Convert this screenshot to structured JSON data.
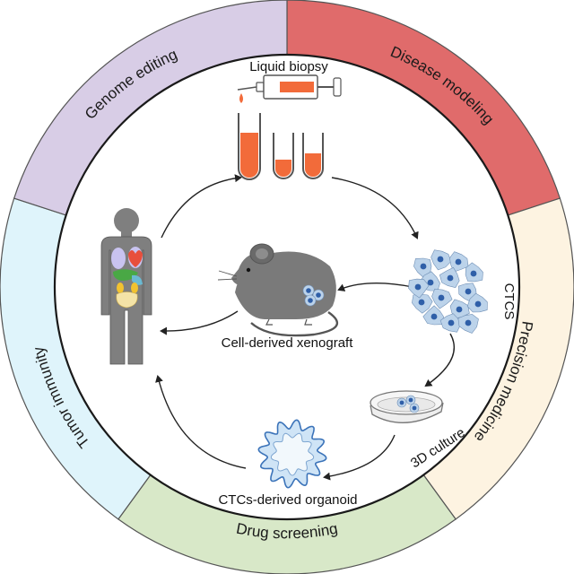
{
  "ring": {
    "segments": [
      {
        "label": "Disease modeling",
        "color": "#e06b6b"
      },
      {
        "label": "Precision medicine",
        "color": "#fdf3e1"
      },
      {
        "label": "Drug screening",
        "color": "#d8e8c8"
      },
      {
        "label": "Tumor immunity",
        "color": "#dff4fb"
      },
      {
        "label": "Genome editing",
        "color": "#d8cde6"
      }
    ]
  },
  "center": {
    "liquid_biopsy": "Liquid biopsy",
    "ctcs": "CTCS",
    "culture": "3D culture",
    "organoid": "CTCs-derived organoid",
    "xenograft": "Cell-derived xenograft"
  },
  "colors": {
    "blood": "#f26b3a",
    "cell": "#bcd3ea",
    "nucleus": "#2f5fa8",
    "body": "#7f7f7f",
    "mouse": "#7a7a7a"
  }
}
